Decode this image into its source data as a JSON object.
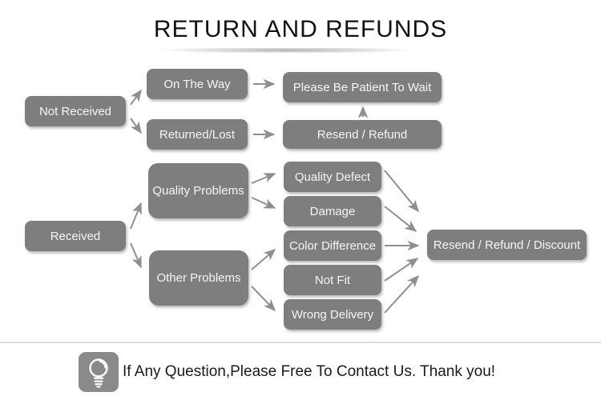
{
  "page": {
    "title": "RETURN AND REFUNDS"
  },
  "colors": {
    "node_fill": "#7e7e7e",
    "node_text": "#f6f6f6",
    "arrow": "#8f8f8f",
    "title_text": "#121212",
    "divider": "#dcdcdc",
    "footer_icon_bg": "#8a8a8a"
  },
  "flowchart": {
    "nodes": [
      {
        "id": "not-received",
        "label": "Not Received"
      },
      {
        "id": "on-the-way",
        "label": "On The Way"
      },
      {
        "id": "returned-lost",
        "label": "Returned/Lost"
      },
      {
        "id": "please-wait",
        "label": "Please Be Patient To Wait"
      },
      {
        "id": "resend-refund",
        "label": "Resend / Refund"
      },
      {
        "id": "received",
        "label": "Received"
      },
      {
        "id": "quality-problems",
        "label": "Quality Problems"
      },
      {
        "id": "other-problems",
        "label": "Other Problems"
      },
      {
        "id": "quality-defect",
        "label": "Quality Defect"
      },
      {
        "id": "damage",
        "label": "Damage"
      },
      {
        "id": "color-difference",
        "label": "Color Difference"
      },
      {
        "id": "not-fit",
        "label": "Not Fit"
      },
      {
        "id": "wrong-delivery",
        "label": "Wrong Delivery"
      },
      {
        "id": "resend-refund-discount",
        "label": "Resend / Refund / Discount"
      }
    ],
    "edges": [
      {
        "from": "not-received",
        "to": "on-the-way"
      },
      {
        "from": "not-received",
        "to": "returned-lost"
      },
      {
        "from": "on-the-way",
        "to": "please-wait"
      },
      {
        "from": "returned-lost",
        "to": "resend-refund"
      },
      {
        "from": "resend-refund",
        "to": "please-wait"
      },
      {
        "from": "received",
        "to": "quality-problems"
      },
      {
        "from": "received",
        "to": "other-problems"
      },
      {
        "from": "quality-problems",
        "to": "quality-defect"
      },
      {
        "from": "quality-problems",
        "to": "damage"
      },
      {
        "from": "other-problems",
        "to": "color-difference"
      },
      {
        "from": "other-problems",
        "to": "wrong-delivery"
      },
      {
        "from": "quality-defect",
        "to": "resend-refund-discount"
      },
      {
        "from": "damage",
        "to": "resend-refund-discount"
      },
      {
        "from": "color-difference",
        "to": "resend-refund-discount"
      },
      {
        "from": "not-fit",
        "to": "resend-refund-discount"
      },
      {
        "from": "wrong-delivery",
        "to": "resend-refund-discount"
      }
    ]
  },
  "footer": {
    "icon": "light-bulb-icon",
    "message": "If Any Question,Please Free To Contact Us. Thank you!"
  }
}
